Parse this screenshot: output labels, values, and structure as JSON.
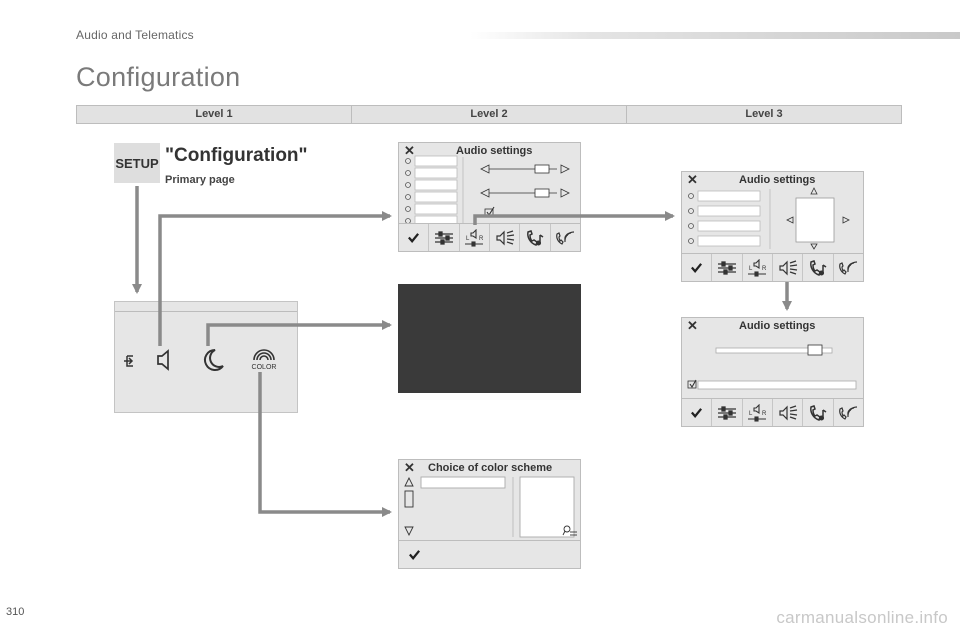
{
  "header": {
    "section": "Audio and Telematics",
    "title": "Configuration"
  },
  "levels": [
    "Level 1",
    "Level 2",
    "Level 3"
  ],
  "level1": {
    "key_label": "SETUP",
    "title": "\"Configuration\"",
    "subtitle": "Primary page",
    "color_label": "COLOR"
  },
  "panels": {
    "audio_l2": {
      "title": "Audio settings"
    },
    "audio_l3a": {
      "title": "Audio settings"
    },
    "audio_l3b": {
      "title": "Audio settings"
    },
    "color": {
      "title": "Choice of color scheme"
    }
  },
  "toolbar_icons": [
    "check-icon",
    "equalizer-icon",
    "balance-icon",
    "ambience-icon",
    "phone-music-icon",
    "voice-icon"
  ],
  "page_number": "310",
  "watermark": "carmanualsonline.info",
  "colors": {
    "arrow": "#8a8a8a",
    "panel_bg": "#e6e6e6",
    "black_screen": "#3a3a3a"
  }
}
